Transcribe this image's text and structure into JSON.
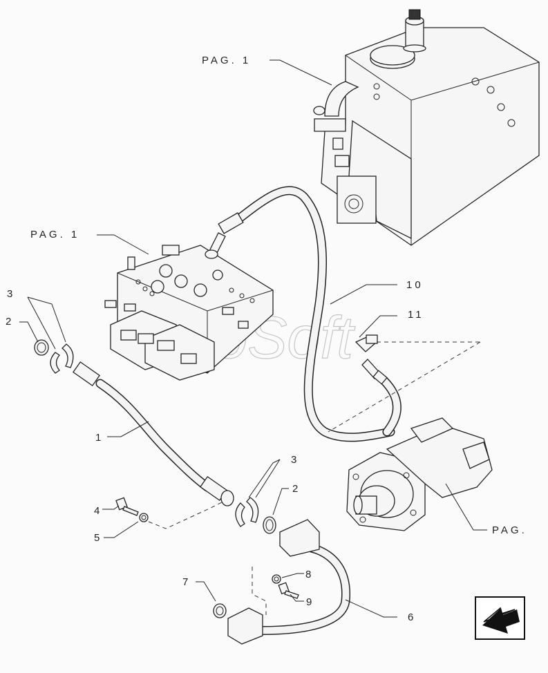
{
  "watermark": "AltoSoft",
  "callouts": {
    "pag1_tank": "PAG. 1",
    "pag1_valve": "PAG. 1",
    "pag_pump": "PAG.",
    "n1": "1",
    "n2_left": "2",
    "n2_right": "2",
    "n3_left": "3",
    "n3_right": "3",
    "n4": "4",
    "n5": "5",
    "n6": "6",
    "n7": "7",
    "n8": "8",
    "n9": "9",
    "n10": "10",
    "n11": "11"
  },
  "icons": {
    "nav": "next-arrow-icon"
  }
}
